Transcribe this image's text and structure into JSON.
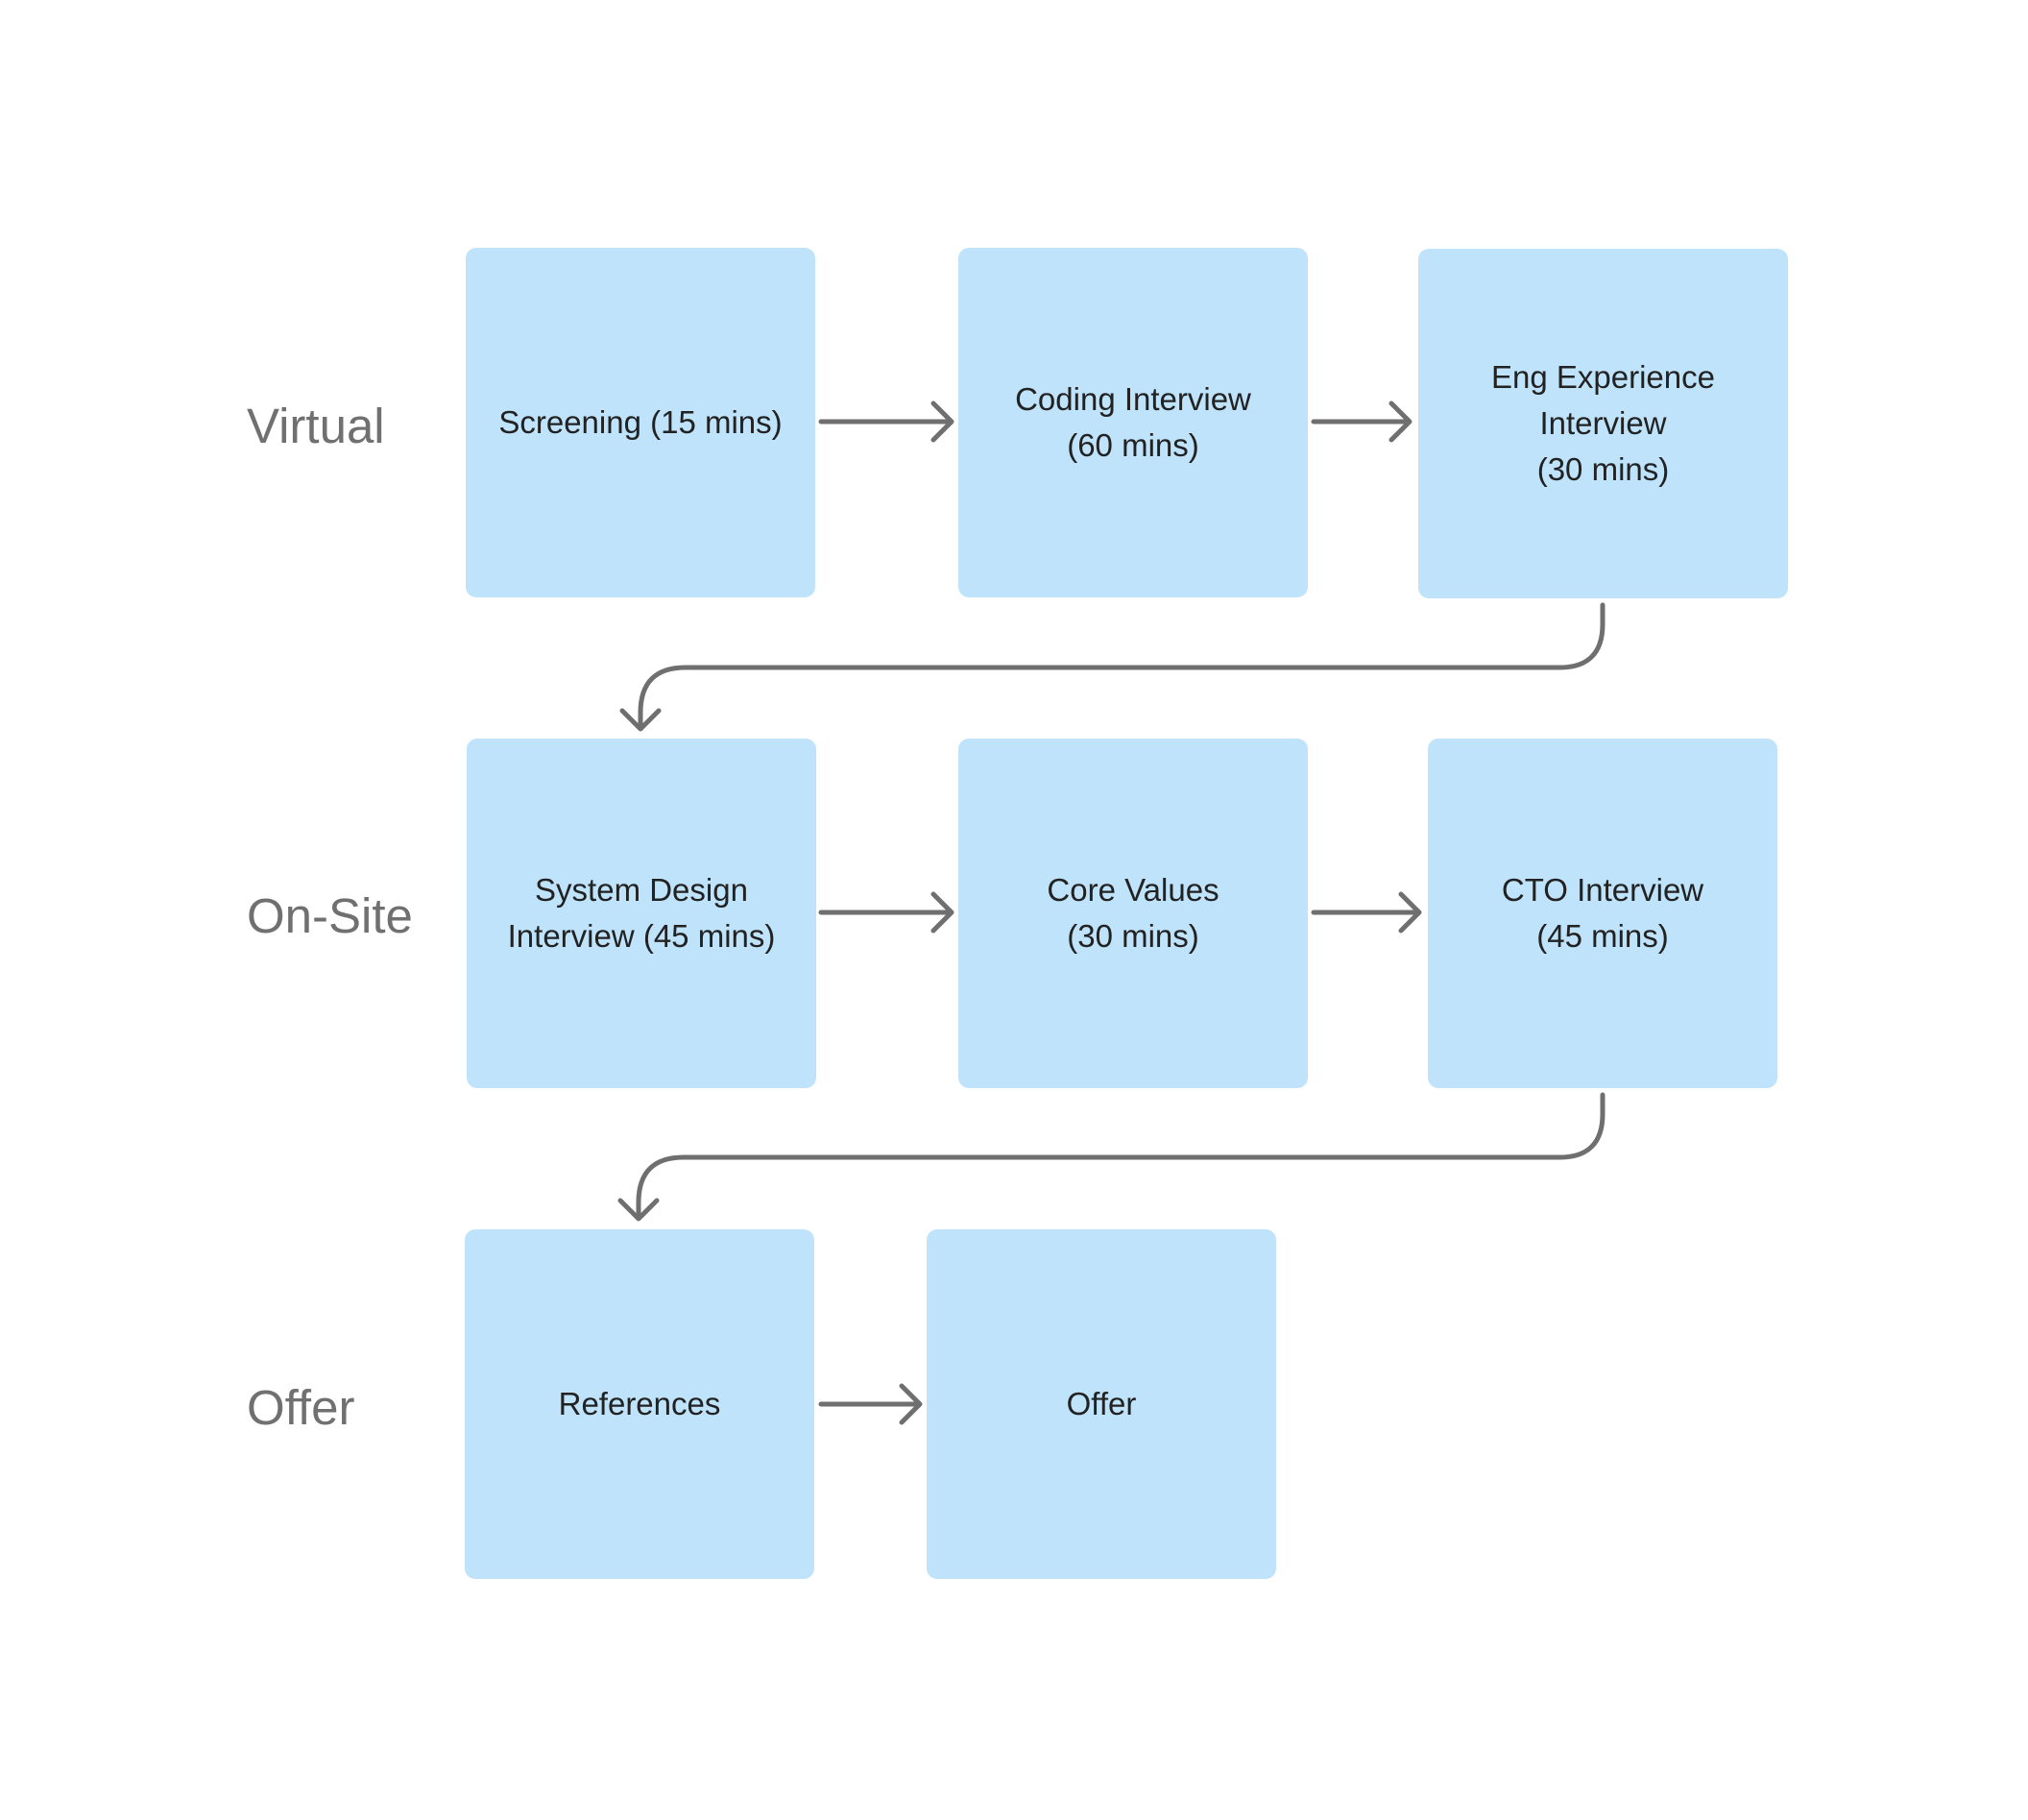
{
  "colors": {
    "box_fill": "#bee3fb",
    "box_text": "#222222",
    "row_label": "#707070",
    "connector": "#6f6f6f",
    "background": "#ffffff"
  },
  "rows": [
    {
      "label": "Virtual",
      "stages": [
        {
          "id": "screening",
          "text": "Screening (15 mins)"
        },
        {
          "id": "coding",
          "text": "Coding Interview\n(60 mins)"
        },
        {
          "id": "eng_experience",
          "text": "Eng Experience\nInterview\n(30 mins)"
        }
      ]
    },
    {
      "label": "On-Site",
      "stages": [
        {
          "id": "system_design",
          "text": "System Design\nInterview (45 mins)"
        },
        {
          "id": "core_values",
          "text": "Core Values\n(30 mins)"
        },
        {
          "id": "cto",
          "text": "CTO Interview\n(45 mins)"
        }
      ]
    },
    {
      "label": "Offer",
      "stages": [
        {
          "id": "references",
          "text": "References"
        },
        {
          "id": "offer",
          "text": "Offer"
        }
      ]
    }
  ],
  "connections": [
    {
      "from": "screening",
      "to": "coding"
    },
    {
      "from": "coding",
      "to": "eng_experience"
    },
    {
      "from": "eng_experience",
      "to": "system_design"
    },
    {
      "from": "system_design",
      "to": "core_values"
    },
    {
      "from": "core_values",
      "to": "cto"
    },
    {
      "from": "cto",
      "to": "references"
    },
    {
      "from": "references",
      "to": "offer"
    }
  ]
}
